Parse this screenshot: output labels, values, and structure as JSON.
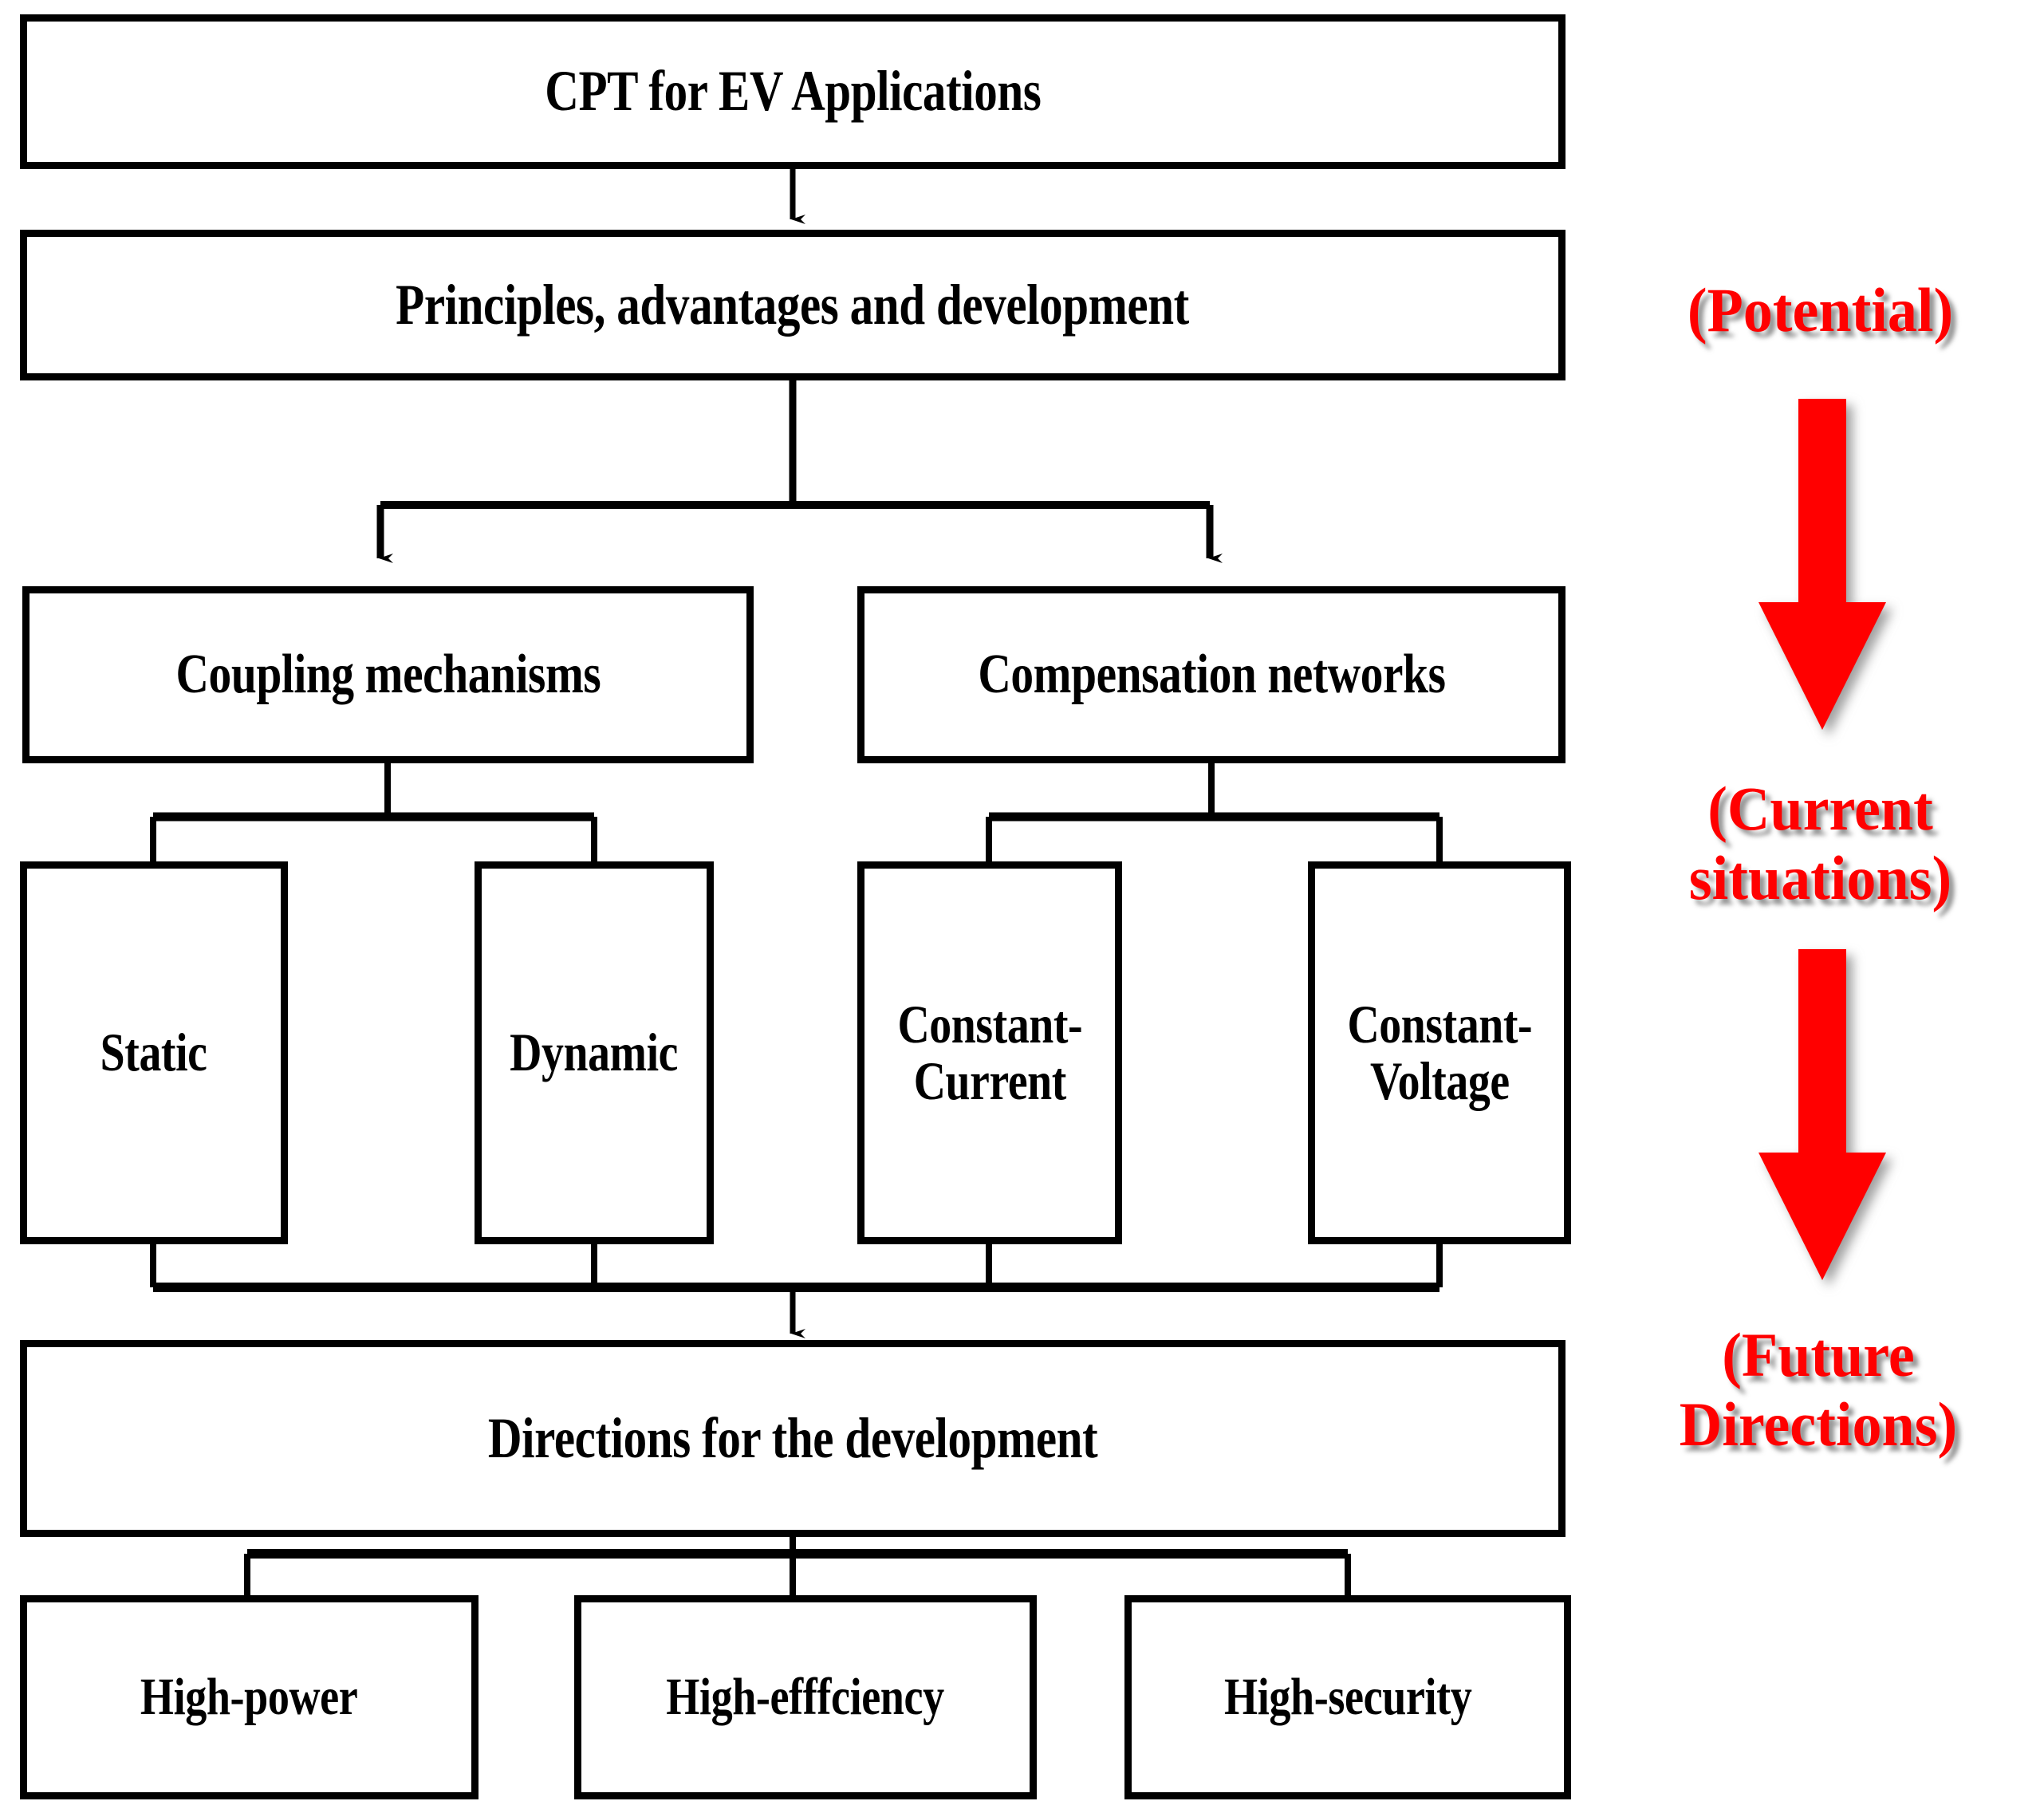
{
  "diagram": {
    "title": "CPT for EV Applications flowchart",
    "colors": {
      "line": "#000000",
      "box_fill": "#FFFFFF",
      "phase_red": "#FF0000",
      "shadow": "#787878"
    },
    "nodes": {
      "root": "CPT for EV Applications",
      "principles": "Principles, advantages and development",
      "coupling": "Coupling mechanisms",
      "compensation": "Compensation networks",
      "static": "Static",
      "dynamic": "Dynamic",
      "constant_current": "Constant-\nCurrent",
      "constant_voltage": "Constant-\nVoltage",
      "directions": "Directions for the development",
      "high_power": "High-power",
      "high_efficiency": "High-efffciency",
      "high_security": "High-security"
    },
    "phases": [
      {
        "label": "(Potential)"
      },
      {
        "label": "(Current\nsituations)"
      },
      {
        "label": "(Future\nDirections)"
      }
    ],
    "phase_arrows": [
      {
        "name": "phase-arrow-1"
      },
      {
        "name": "phase-arrow-2"
      }
    ]
  }
}
